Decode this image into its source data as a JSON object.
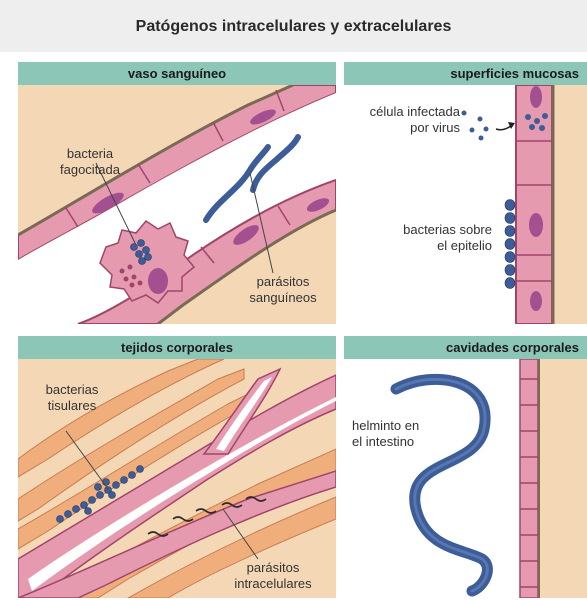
{
  "title": "Patógenos intracelulares y extracelulares",
  "panels": {
    "blood": {
      "header": "vaso sanguíneo",
      "labels": {
        "phagocytosed": [
          "bacteria",
          "fagocitada"
        ],
        "parasites": [
          "parásitos",
          "sanguíneos"
        ]
      }
    },
    "mucosa": {
      "header": "superficies mucosas",
      "labels": {
        "infected": [
          "célula infectada",
          "por virus"
        ],
        "epithelial": [
          "bacterias sobre",
          "el epitelio"
        ]
      }
    },
    "tissue": {
      "header": "tejidos corporales",
      "labels": {
        "tissue_bacteria": [
          "bacterias",
          "tisulares"
        ],
        "intracellular": [
          "parásitos",
          "intracelulares"
        ]
      }
    },
    "cavity": {
      "header": "cavidades corporales",
      "labels": {
        "helminth": [
          "helminto en",
          "el intestino"
        ]
      }
    }
  },
  "colors": {
    "header": "#8cc6b6",
    "tissue_bg": "#f4d8b6",
    "cell_pink": "#e69ab0",
    "cell_border": "#a0456a",
    "nucleus": "#a44f90",
    "bacteria": "#3d5d98",
    "muscle": "#efae7c"
  }
}
